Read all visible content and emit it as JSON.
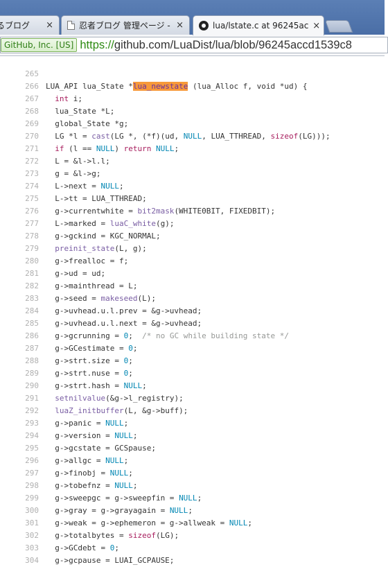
{
  "tabs": [
    {
      "title": "るブログ",
      "close": "×",
      "active": false,
      "icon": "none"
    },
    {
      "title": "忍者ブログ 管理ページ -",
      "close": "×",
      "active": false,
      "icon": "document-icon"
    },
    {
      "title": "lua/lstate.c at 96245ac",
      "close": "×",
      "active": true,
      "icon": "github-icon"
    }
  ],
  "address_bar": {
    "ev_badge": "GitHub, Inc. [US]",
    "url_scheme": "https://",
    "url_rest": "github.com/LuaDist/lua/blob/96245accd1539c8"
  },
  "colors": {
    "keyword": "#a71d5d",
    "function": "#795da3",
    "constant": "#0086b3",
    "comment": "#969896",
    "highlight": "#f7993a"
  },
  "code": {
    "lines": [
      {
        "n": "265",
        "t": [
          [
            "",
            ""
          ]
        ]
      },
      {
        "n": "266",
        "t": [
          [
            "",
            "LUA_API lua_State *"
          ],
          [
            "hl",
            "lua_newstate"
          ],
          [
            "",
            " (lua_Alloc f, void *ud) {"
          ]
        ]
      },
      {
        "n": "267",
        "t": [
          [
            "",
            "  "
          ],
          [
            "kw",
            "int"
          ],
          [
            "",
            " i;"
          ]
        ]
      },
      {
        "n": "268",
        "t": [
          [
            "",
            "  lua_State *L;"
          ]
        ]
      },
      {
        "n": "269",
        "t": [
          [
            "",
            "  global_State *g;"
          ]
        ]
      },
      {
        "n": "270",
        "t": [
          [
            "",
            "  LG *l = "
          ],
          [
            "fn",
            "cast"
          ],
          [
            "",
            "(LG *, (*f)(ud, "
          ],
          [
            "cn",
            "NULL"
          ],
          [
            "",
            ", LUA_TTHREAD, "
          ],
          [
            "kw",
            "sizeof"
          ],
          [
            "",
            "(LG)));"
          ]
        ]
      },
      {
        "n": "271",
        "t": [
          [
            "",
            "  "
          ],
          [
            "kw",
            "if"
          ],
          [
            "",
            " (l == "
          ],
          [
            "cn",
            "NULL"
          ],
          [
            "",
            ") "
          ],
          [
            "kw",
            "return"
          ],
          [
            "",
            " "
          ],
          [
            "cn",
            "NULL"
          ],
          [
            "",
            ";"
          ]
        ]
      },
      {
        "n": "272",
        "t": [
          [
            "",
            "  L = &l->l.l;"
          ]
        ]
      },
      {
        "n": "273",
        "t": [
          [
            "",
            "  g = &l->g;"
          ]
        ]
      },
      {
        "n": "274",
        "t": [
          [
            "",
            "  L->next = "
          ],
          [
            "cn",
            "NULL"
          ],
          [
            "",
            ";"
          ]
        ]
      },
      {
        "n": "275",
        "t": [
          [
            "",
            "  L->tt = LUA_TTHREAD;"
          ]
        ]
      },
      {
        "n": "276",
        "t": [
          [
            "",
            "  g->currentwhite = "
          ],
          [
            "fn",
            "bit2mask"
          ],
          [
            "",
            "(WHITE0BIT, FIXEDBIT);"
          ]
        ]
      },
      {
        "n": "277",
        "t": [
          [
            "",
            "  L->marked = "
          ],
          [
            "fn",
            "luaC_white"
          ],
          [
            "",
            "(g);"
          ]
        ]
      },
      {
        "n": "278",
        "t": [
          [
            "",
            "  g->gckind = KGC_NORMAL;"
          ]
        ]
      },
      {
        "n": "279",
        "t": [
          [
            "",
            "  "
          ],
          [
            "fn",
            "preinit_state"
          ],
          [
            "",
            "(L, g);"
          ]
        ]
      },
      {
        "n": "280",
        "t": [
          [
            "",
            "  g->frealloc = f;"
          ]
        ]
      },
      {
        "n": "281",
        "t": [
          [
            "",
            "  g->ud = ud;"
          ]
        ]
      },
      {
        "n": "282",
        "t": [
          [
            "",
            "  g->mainthread = L;"
          ]
        ]
      },
      {
        "n": "283",
        "t": [
          [
            "",
            "  g->seed = "
          ],
          [
            "fn",
            "makeseed"
          ],
          [
            "",
            "(L);"
          ]
        ]
      },
      {
        "n": "284",
        "t": [
          [
            "",
            "  g->uvhead.u.l.prev = &g->uvhead;"
          ]
        ]
      },
      {
        "n": "285",
        "t": [
          [
            "",
            "  g->uvhead.u.l.next = &g->uvhead;"
          ]
        ]
      },
      {
        "n": "286",
        "t": [
          [
            "",
            "  g->gcrunning = "
          ],
          [
            "cn",
            "0"
          ],
          [
            "",
            ";  "
          ],
          [
            "cm",
            "/* no GC while building state */"
          ]
        ]
      },
      {
        "n": "287",
        "t": [
          [
            "",
            "  g->GCestimate = "
          ],
          [
            "cn",
            "0"
          ],
          [
            "",
            ";"
          ]
        ]
      },
      {
        "n": "288",
        "t": [
          [
            "",
            "  g->strt.size = "
          ],
          [
            "cn",
            "0"
          ],
          [
            "",
            ";"
          ]
        ]
      },
      {
        "n": "289",
        "t": [
          [
            "",
            "  g->strt.nuse = "
          ],
          [
            "cn",
            "0"
          ],
          [
            "",
            ";"
          ]
        ]
      },
      {
        "n": "290",
        "t": [
          [
            "",
            "  g->strt.hash = "
          ],
          [
            "cn",
            "NULL"
          ],
          [
            "",
            ";"
          ]
        ]
      },
      {
        "n": "291",
        "t": [
          [
            "",
            "  "
          ],
          [
            "fn",
            "setnilvalue"
          ],
          [
            "",
            "(&g->l_registry);"
          ]
        ]
      },
      {
        "n": "292",
        "t": [
          [
            "",
            "  "
          ],
          [
            "fn",
            "luaZ_initbuffer"
          ],
          [
            "",
            "(L, &g->buff);"
          ]
        ]
      },
      {
        "n": "293",
        "t": [
          [
            "",
            "  g->panic = "
          ],
          [
            "cn",
            "NULL"
          ],
          [
            "",
            ";"
          ]
        ]
      },
      {
        "n": "294",
        "t": [
          [
            "",
            "  g->version = "
          ],
          [
            "cn",
            "NULL"
          ],
          [
            "",
            ";"
          ]
        ]
      },
      {
        "n": "295",
        "t": [
          [
            "",
            "  g->gcstate = GCSpause;"
          ]
        ]
      },
      {
        "n": "296",
        "t": [
          [
            "",
            "  g->allgc = "
          ],
          [
            "cn",
            "NULL"
          ],
          [
            "",
            ";"
          ]
        ]
      },
      {
        "n": "297",
        "t": [
          [
            "",
            "  g->finobj = "
          ],
          [
            "cn",
            "NULL"
          ],
          [
            "",
            ";"
          ]
        ]
      },
      {
        "n": "298",
        "t": [
          [
            "",
            "  g->tobefnz = "
          ],
          [
            "cn",
            "NULL"
          ],
          [
            "",
            ";"
          ]
        ]
      },
      {
        "n": "299",
        "t": [
          [
            "",
            "  g->sweepgc = g->sweepfin = "
          ],
          [
            "cn",
            "NULL"
          ],
          [
            "",
            ";"
          ]
        ]
      },
      {
        "n": "300",
        "t": [
          [
            "",
            "  g->gray = g->grayagain = "
          ],
          [
            "cn",
            "NULL"
          ],
          [
            "",
            ";"
          ]
        ]
      },
      {
        "n": "301",
        "t": [
          [
            "",
            "  g->weak = g->ephemeron = g->allweak = "
          ],
          [
            "cn",
            "NULL"
          ],
          [
            "",
            ";"
          ]
        ]
      },
      {
        "n": "302",
        "t": [
          [
            "",
            "  g->totalbytes = "
          ],
          [
            "kw",
            "sizeof"
          ],
          [
            "",
            "(LG);"
          ]
        ]
      },
      {
        "n": "303",
        "t": [
          [
            "",
            "  g->GCdebt = "
          ],
          [
            "cn",
            "0"
          ],
          [
            "",
            ";"
          ]
        ]
      },
      {
        "n": "304",
        "t": [
          [
            "",
            "  g->gcpause = LUAI_GCPAUSE;"
          ]
        ]
      }
    ]
  }
}
